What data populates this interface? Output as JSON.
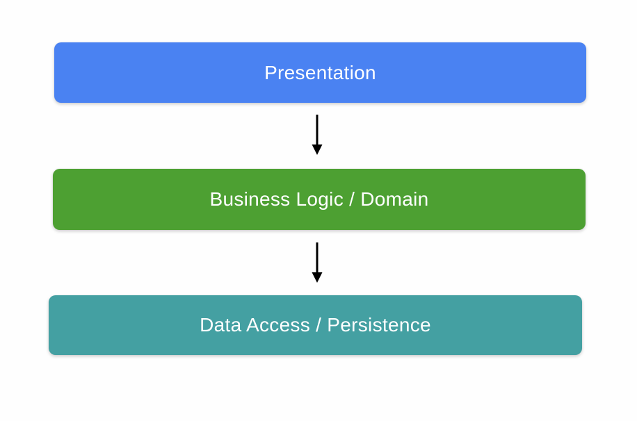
{
  "diagram": {
    "background_color": "#fefefe",
    "text_color": "#ffffff",
    "arrow_color": "#000000",
    "layers": [
      {
        "id": "presentation",
        "label": "Presentation",
        "color": "#4A82F2"
      },
      {
        "id": "business-logic",
        "label": "Business Logic / Domain",
        "color": "#4DA032"
      },
      {
        "id": "data-access",
        "label": "Data Access / Persistence",
        "color": "#44A0A2"
      }
    ],
    "arrows": [
      {
        "from": "presentation",
        "to": "business-logic",
        "direction": "down"
      },
      {
        "from": "business-logic",
        "to": "data-access",
        "direction": "down"
      }
    ]
  }
}
